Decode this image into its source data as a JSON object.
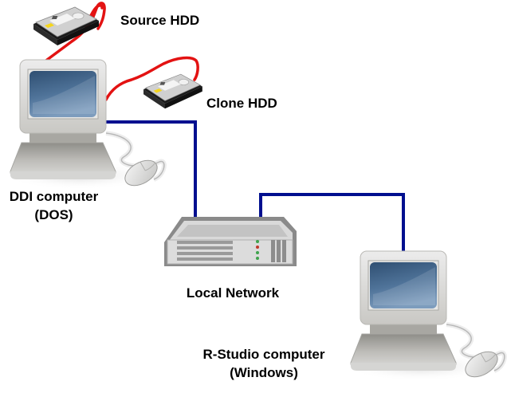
{
  "diagram": {
    "nodes": {
      "source_hdd": {
        "label": "Source HDD",
        "type": "hard-drive-icon"
      },
      "clone_hdd": {
        "label": "Clone HDD",
        "type": "hard-drive-icon"
      },
      "ddi_computer": {
        "label_line1": "DDI computer",
        "label_line2": "(DOS)",
        "type": "desktop-computer-icon"
      },
      "local_network": {
        "label": "Local Network",
        "type": "network-switch-icon"
      },
      "rstudio_computer": {
        "label_line1": "R-Studio computer",
        "label_line2": "(Windows)",
        "type": "desktop-computer-icon"
      }
    },
    "edges": [
      {
        "from": "source_hdd",
        "to": "ddi_computer",
        "kind": "drive-cable",
        "color": "#e31212"
      },
      {
        "from": "clone_hdd",
        "to": "ddi_computer",
        "kind": "drive-cable",
        "color": "#e31212"
      },
      {
        "from": "ddi_computer",
        "to": "local_network",
        "kind": "network-cable",
        "color": "#000f8f"
      },
      {
        "from": "local_network",
        "to": "rstudio_computer",
        "kind": "network-cable",
        "color": "#000f8f"
      }
    ],
    "switch_leds": [
      "#3fa34d",
      "#c0392b",
      "#3fa34d",
      "#3fa34d"
    ]
  }
}
